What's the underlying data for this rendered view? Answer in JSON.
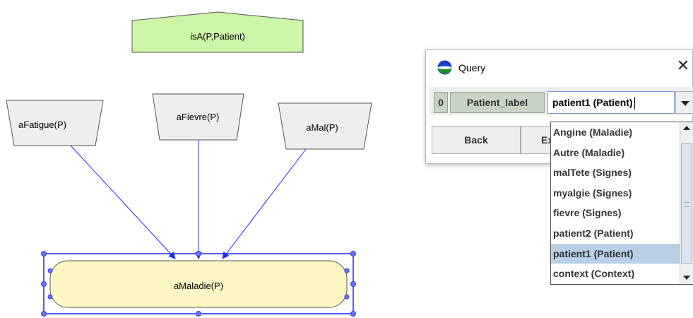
{
  "diagram": {
    "nodes": {
      "isA": "isA(P,Patient)",
      "aFatigue": "aFatigue(P)",
      "aFievre": "aFievre(P)",
      "aMal": "aMal(P)",
      "aMaladie": "aMaladie(P)"
    },
    "colors": {
      "green_node": "#ccf5a8",
      "gray_node": "#eeeeee",
      "yellow_node": "#fbf6c4",
      "edge": "#1c2bff"
    }
  },
  "query_window": {
    "title": "Query",
    "close_glyph": "✕",
    "row": {
      "index": "0",
      "label": "Patient_label",
      "selected_value": "patient1 (Patient)"
    },
    "buttons": {
      "back": "Back",
      "ex": "Ex"
    }
  },
  "dropdown": {
    "items": [
      "Angine (Maladie)",
      "Autre (Maladie)",
      "malTete (Signes)",
      "myalgie (Signes)",
      "fievre (Signes)",
      "patient2 (Patient)",
      "patient1 (Patient)",
      "context (Context)"
    ],
    "selected_index": 6
  }
}
